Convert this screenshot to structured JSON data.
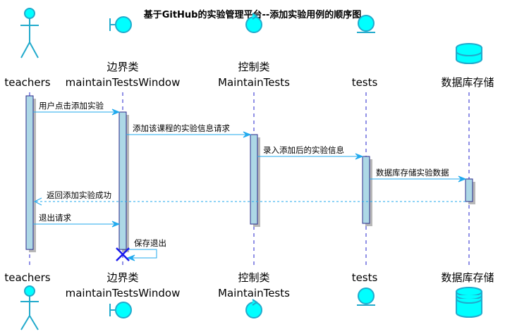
{
  "title": "基于GitHub的实验管理平台--添加实验用例的顺序图",
  "colors": {
    "participant_fill": "#00FFFF",
    "participant_stroke": "#22AACC",
    "lifeline": "#2222CC",
    "activation_fill": "#ADD8E6",
    "message": "#22AAEE",
    "destroy": "#1A1AEE"
  },
  "participants": [
    {
      "id": "teachers",
      "shape": "actor",
      "stereotype": "",
      "name": "teachers"
    },
    {
      "id": "window",
      "shape": "boundary",
      "stereotype": "边界类",
      "name": "maintainTestsWindow"
    },
    {
      "id": "control",
      "shape": "control",
      "stereotype": "控制类",
      "name": "MaintainTests"
    },
    {
      "id": "tests",
      "shape": "entity",
      "stereotype": "",
      "name": "tests"
    },
    {
      "id": "db",
      "shape": "database",
      "stereotype": "",
      "name": "数据库存储"
    }
  ],
  "messages": [
    {
      "from": "teachers",
      "to": "window",
      "text": "用户点击添加实验",
      "style": "solid"
    },
    {
      "from": "window",
      "to": "control",
      "text": "添加该课程的实验信息请求",
      "style": "solid"
    },
    {
      "from": "control",
      "to": "tests",
      "text": "录入添加后的实验信息",
      "style": "solid"
    },
    {
      "from": "tests",
      "to": "db",
      "text": "数据库存储实验数据",
      "style": "solid"
    },
    {
      "from": "db",
      "to": "teachers",
      "text": "返回添加实验成功",
      "style": "dashed"
    },
    {
      "from": "teachers",
      "to": "window",
      "text": "退出请求",
      "style": "solid"
    },
    {
      "from": "window",
      "to": "window",
      "text": "保存退出",
      "style": "self"
    }
  ],
  "destroyed": [
    "window"
  ]
}
